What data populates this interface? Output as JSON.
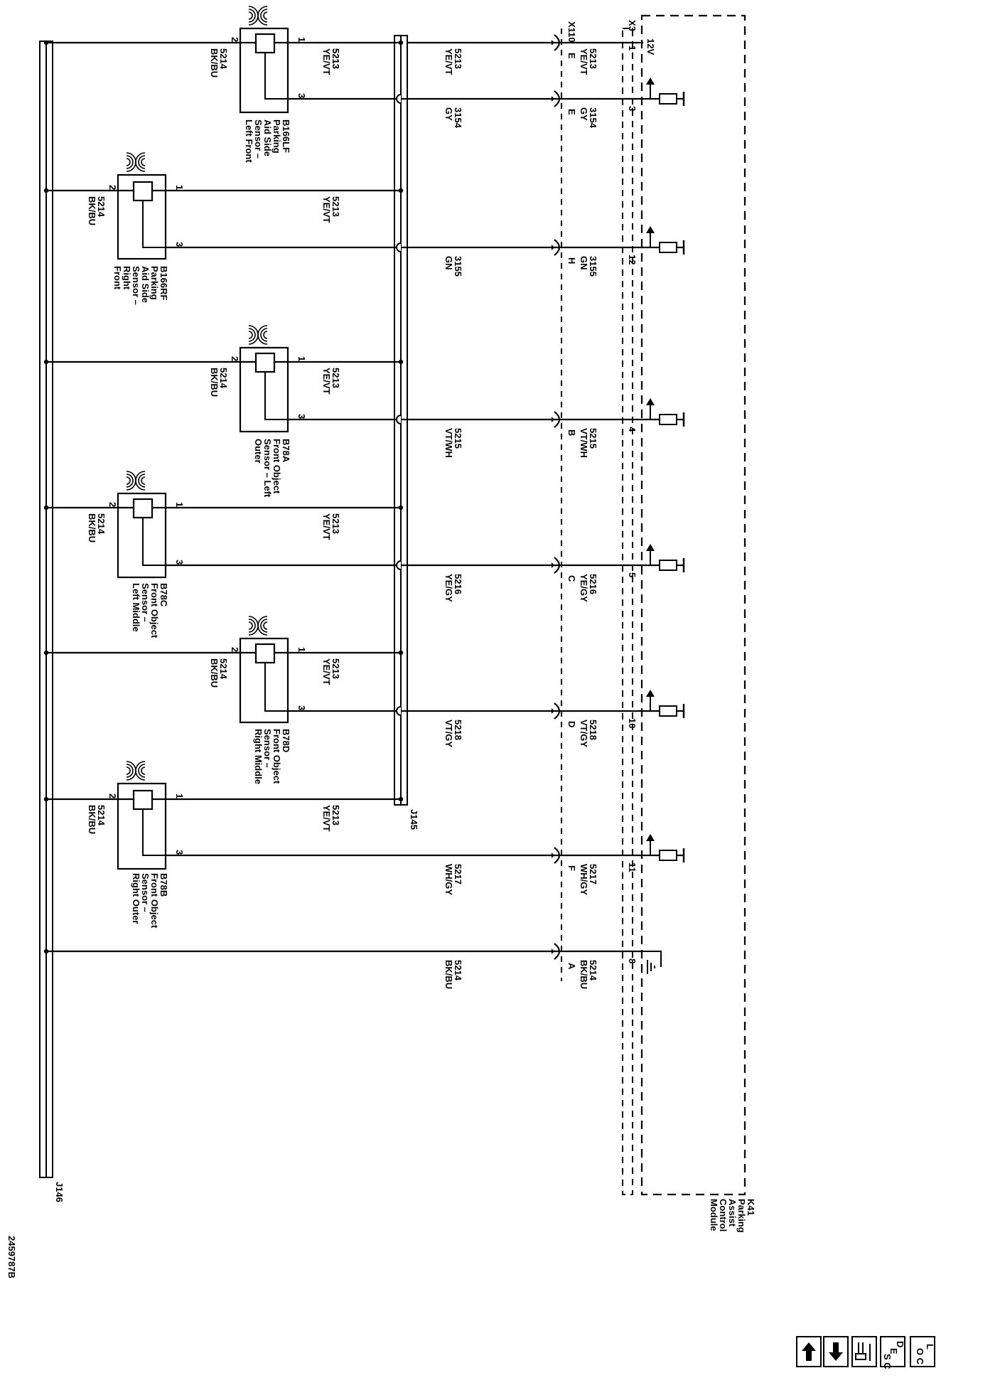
{
  "figure_id": "2459787B",
  "module": {
    "ref": "K41",
    "name_lines": [
      "Parking",
      "Assist",
      "Control",
      "Module"
    ],
    "connector": "X3",
    "power_label": "12V"
  },
  "inline_connector": "X110",
  "splices": {
    "right_rail": "J145",
    "left_rail": "J146"
  },
  "pin_labels": {
    "pin1": "1",
    "pin2": "2",
    "pin3": "3"
  },
  "sensors": [
    {
      "id": "B166LF",
      "lines": [
        "Parking",
        "Aid Side",
        "Sensor –",
        "Left Front"
      ],
      "wire_sig": "3154",
      "color_sig": "GY",
      "x110_pin": "E",
      "x3_pin": "3"
    },
    {
      "id": "B166RF",
      "lines": [
        "Parking",
        "Aid Side",
        "Sensor –",
        "Right",
        "Front"
      ],
      "wire_sig": "3155",
      "color_sig": "GN",
      "x110_pin": "H",
      "x3_pin": "12"
    },
    {
      "id": "B78A",
      "lines": [
        "Front Object",
        "Sensor – Left",
        "Outer"
      ],
      "wire_sig": "5215",
      "color_sig": "VT/WH",
      "x110_pin": "B",
      "x3_pin": "4"
    },
    {
      "id": "B78C",
      "lines": [
        "Front Object",
        "Sensor –",
        "Left Middle"
      ],
      "wire_sig": "5216",
      "color_sig": "YE/GY",
      "x110_pin": "C",
      "x3_pin": "5"
    },
    {
      "id": "B78D",
      "lines": [
        "Front Object",
        "Sensor –",
        "Right Middle"
      ],
      "wire_sig": "5218",
      "color_sig": "VT/GY",
      "x110_pin": "D",
      "x3_pin": "10"
    },
    {
      "id": "B78B",
      "lines": [
        "Front Object",
        "Sensor –",
        "Right Outer"
      ],
      "wire_sig": "5217",
      "color_sig": "WH/GY",
      "x110_pin": "F",
      "x3_pin": "11"
    }
  ],
  "power_circuit": {
    "wire": "5213",
    "color": "YE/VT",
    "x110_pin": "E",
    "x3_pin": "1"
  },
  "ground_circuit": {
    "wire": "5214",
    "color": "BK/BU",
    "x110_pin": "A",
    "x3_pin": "8"
  },
  "nav_buttons": [
    {
      "name": "up-button",
      "icon": "up-arrow-icon"
    },
    {
      "name": "down-button",
      "icon": "down-arrow-icon"
    },
    {
      "name": "connector-view-button",
      "icon": "connector-icon"
    },
    {
      "name": "desc-button",
      "label_top": "D",
      "label_mid": "E",
      "label_bottom": "S C"
    },
    {
      "name": "loc-button",
      "label_top": "L",
      "label_bottom": "O C"
    }
  ]
}
